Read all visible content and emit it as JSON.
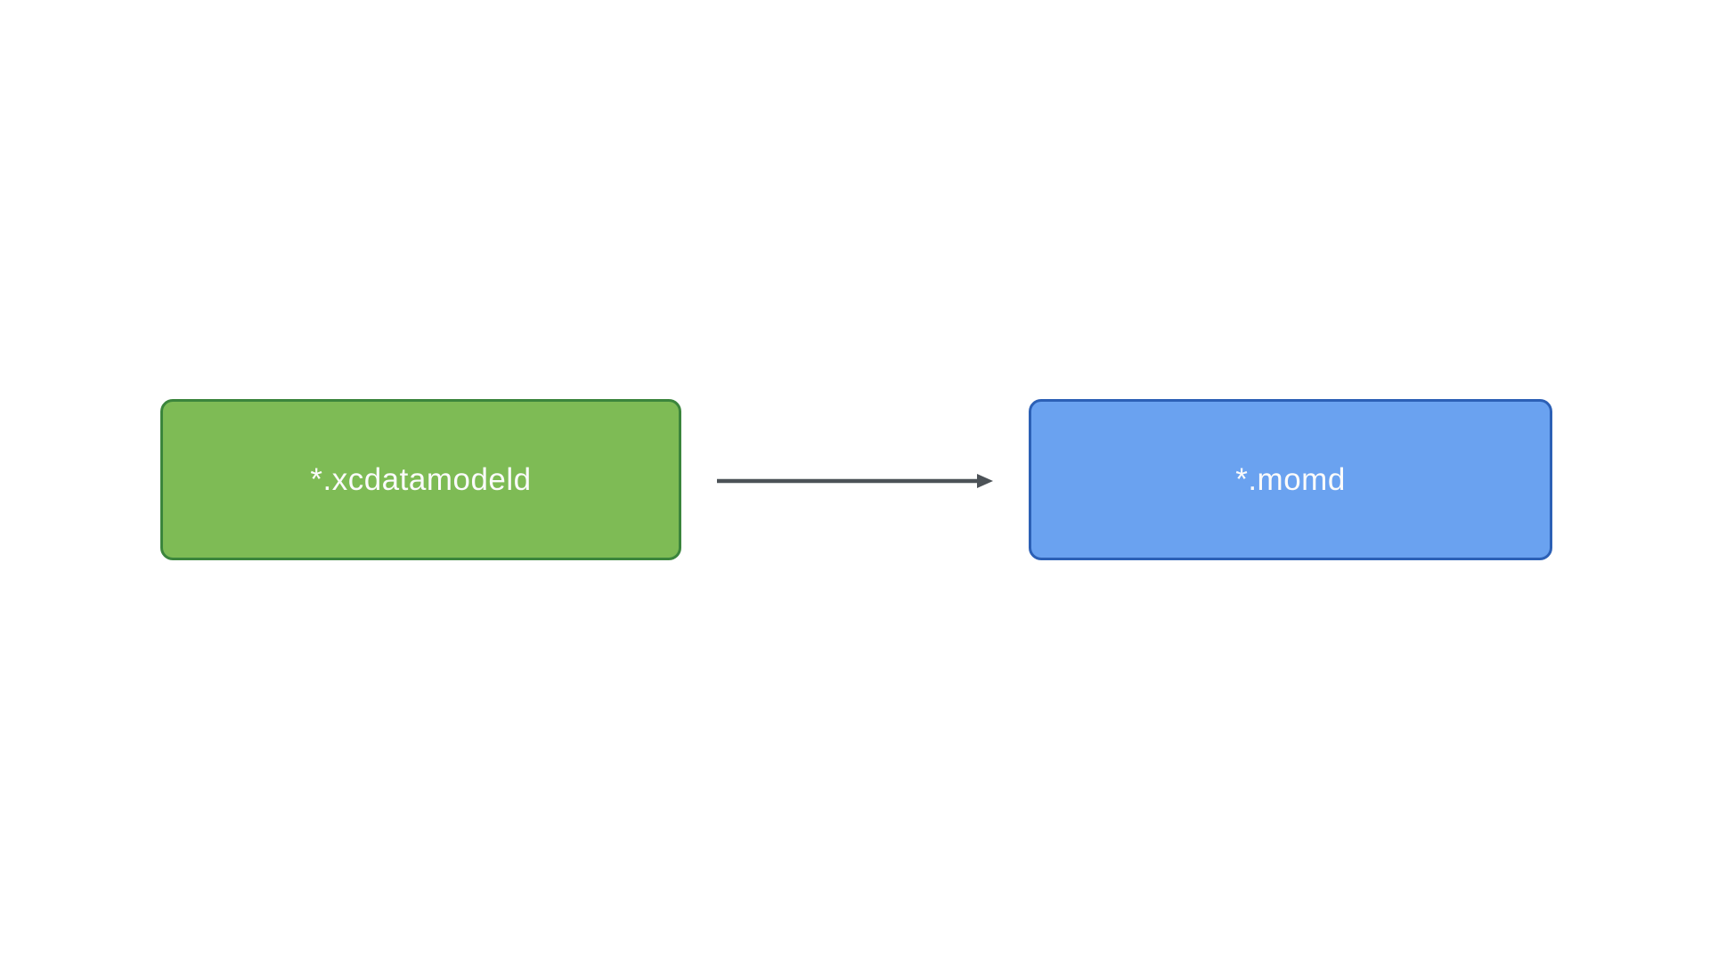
{
  "diagram": {
    "background_color": "#ffffff",
    "nodes": [
      {
        "id": "xcdatamodeld",
        "label": "*.xcdatamodeld",
        "fill_color": "#7ebb55",
        "border_color": "#3b853c",
        "text_color": "#fbfbfb"
      },
      {
        "id": "momd",
        "label": "*.momd",
        "fill_color": "#6aa2f0",
        "border_color": "#2c60b6",
        "text_color": "#fbfbfb"
      }
    ],
    "edge": {
      "from": "xcdatamodeld",
      "to": "momd",
      "direction": "right",
      "color": "#4c5257"
    }
  }
}
